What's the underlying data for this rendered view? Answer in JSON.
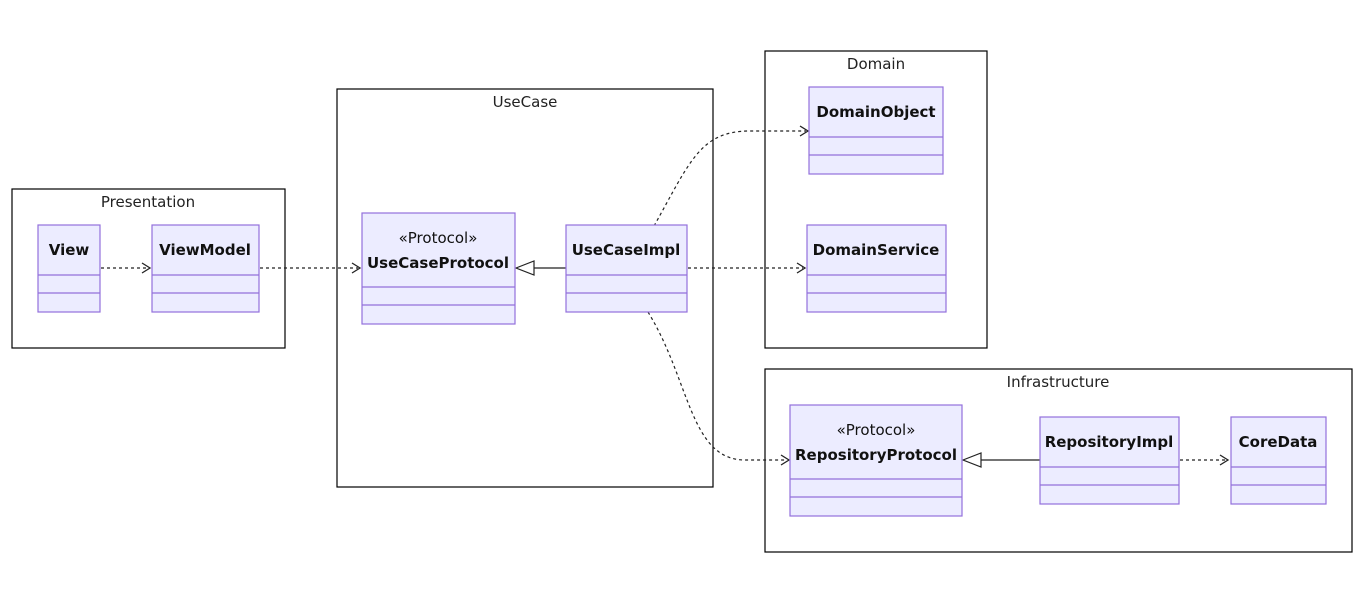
{
  "packages": {
    "presentation": "Presentation",
    "usecase": "UseCase",
    "domain": "Domain",
    "infrastructure": "Infrastructure"
  },
  "classes": {
    "view": {
      "name": "View"
    },
    "viewmodel": {
      "name": "ViewModel"
    },
    "usecase_protocol": {
      "stereotype": "«Protocol»",
      "name": "UseCaseProtocol"
    },
    "usecase_impl": {
      "name": "UseCaseImpl"
    },
    "domain_object": {
      "name": "DomainObject"
    },
    "domain_service": {
      "name": "DomainService"
    },
    "repository_protocol": {
      "stereotype": "«Protocol»",
      "name": "RepositoryProtocol"
    },
    "repository_impl": {
      "name": "RepositoryImpl"
    },
    "coredata": {
      "name": "CoreData"
    }
  },
  "colors": {
    "class_fill": "#ececff",
    "class_stroke": "#9370db",
    "line": "#222222"
  }
}
